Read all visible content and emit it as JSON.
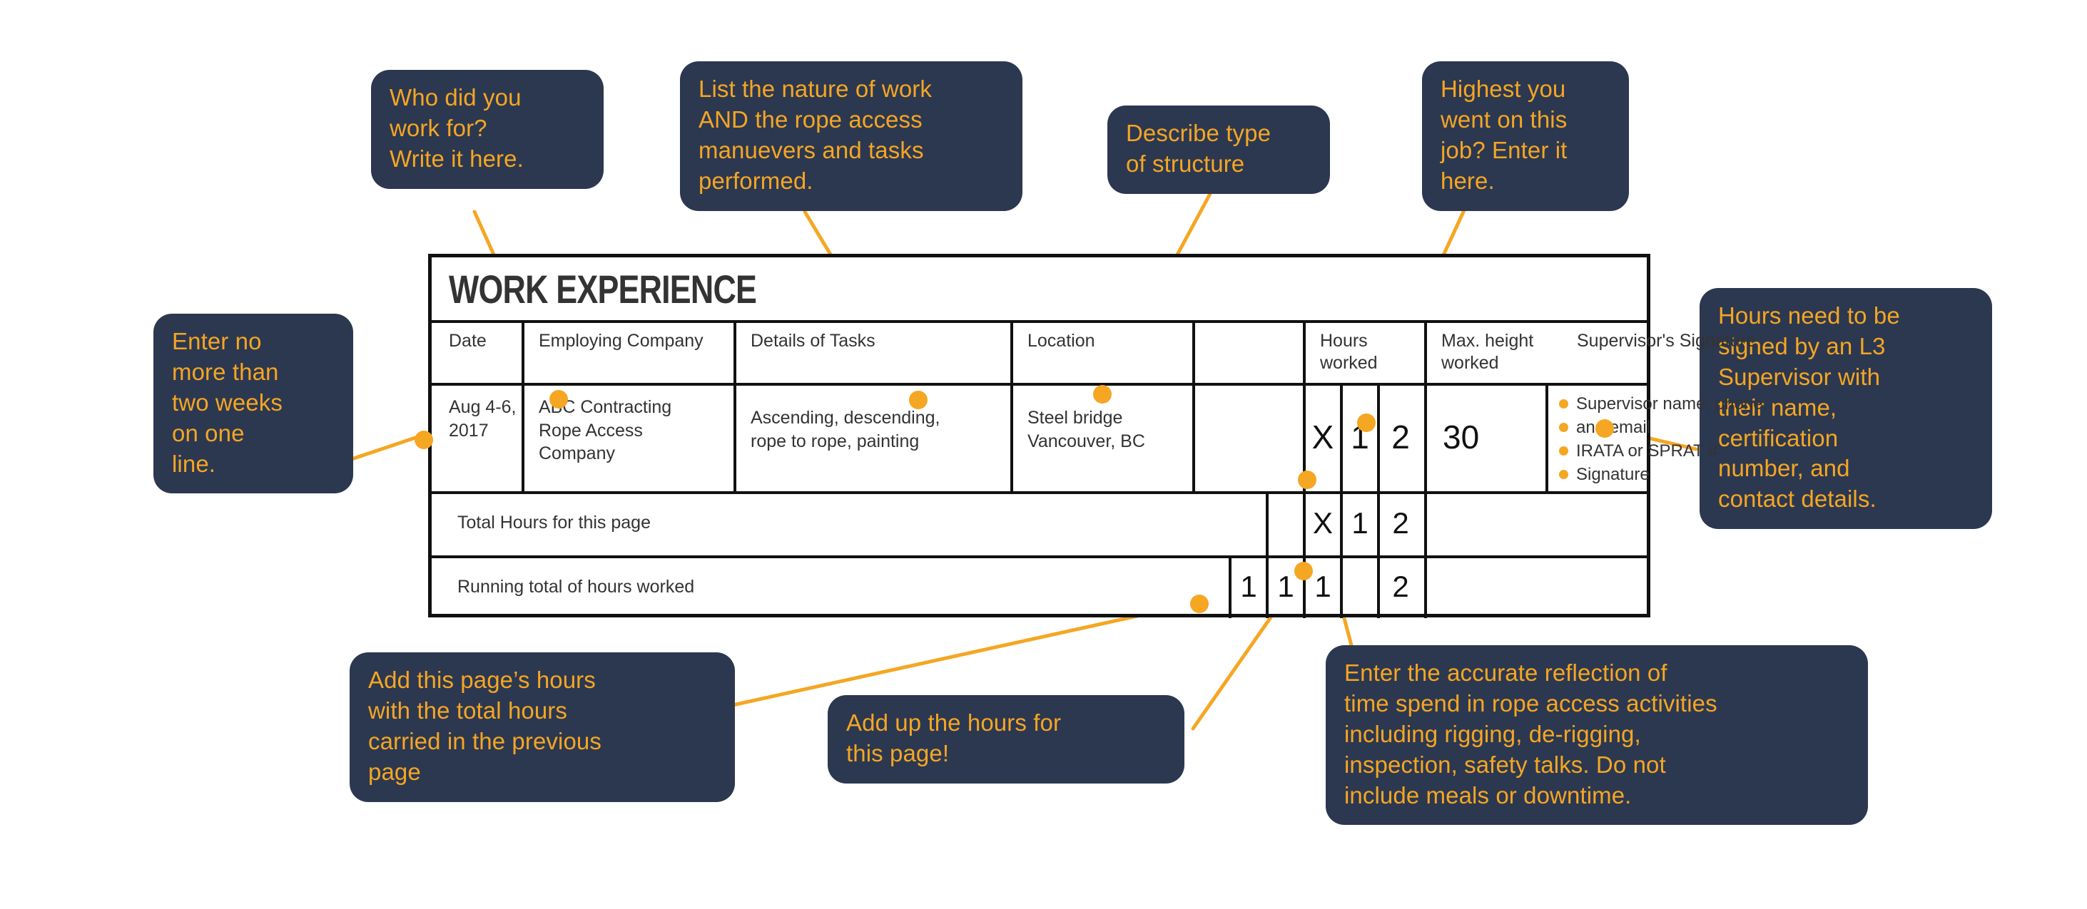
{
  "form": {
    "title": "WORK EXPERIENCE",
    "columns": [
      "Date",
      "Employing Company",
      "Details of Tasks",
      "Location",
      "Hours\nworked",
      "Max. height\nworked",
      "Supervisor's Signature"
    ],
    "entry": {
      "date": "Aug 4-6,\n2017",
      "company": "ABC Contracting\nRope Access\nCompany",
      "tasks": "Ascending, descending,\nrope to rope, painting",
      "location": "Steel bridge\nVancouver, BC",
      "hours_digits": [
        "X",
        "1",
        "2"
      ],
      "max_height": "30",
      "supervisor_items": [
        "Supervisor name, phone,",
        "and email",
        "IRATA or SPRAT #",
        "Signature"
      ]
    },
    "total_row": {
      "label": "Total Hours for this page",
      "digits": [
        "X",
        "1",
        "2"
      ]
    },
    "running_row": {
      "label": "Running total of hours worked",
      "digits": [
        "1",
        "1",
        "1",
        "2"
      ]
    }
  },
  "callouts": {
    "who_did_you_work_for": "Who did you\nwork for?\nWrite it here.",
    "list_nature_of_work": "List the nature of work\nAND the rope access\nmanuevers and tasks\nperformed.",
    "describe_type_of_structure": "Describe type\nof structure",
    "highest_you_went": "Highest you\nwent on this\njob? Enter it\nhere.",
    "hours_signed_by_l3": "Hours need to be\nsigned by an L3\nSupervisor with\ntheir name,\ncertification\nnumber, and\ncontact details.",
    "enter_no_more_than": "Enter no\nmore than\ntwo weeks\non one\nline.",
    "add_this_pages_hours": "Add this page’s hours\nwith the total hours\ncarried in the previous\npage",
    "add_up_the_hours": "Add up the hours for\nthis page!",
    "enter_accurate_reflection": "Enter the accurate reflection of\ntime spend in rope access activities\nincluding rigging, de-rigging,\ninspection, safety talks. Do not\ninclude meals or downtime."
  },
  "colors": {
    "bubble_background": "#2c3850",
    "accent_orange": "#F5A623",
    "table_line": "#111111",
    "text_dark": "#333333",
    "page_background": "#ffffff"
  }
}
